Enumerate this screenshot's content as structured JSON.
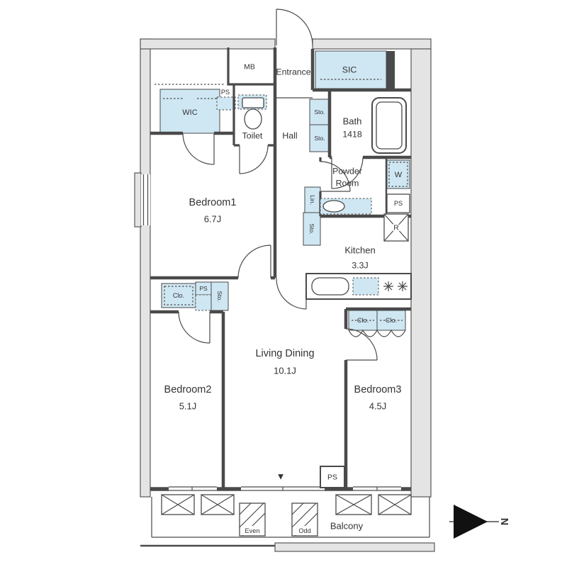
{
  "rooms": {
    "bedroom1": {
      "name": "Bedroom1",
      "area": "6.7J"
    },
    "bedroom2": {
      "name": "Bedroom2",
      "area": "5.1J"
    },
    "bedroom3": {
      "name": "Bedroom3",
      "area": "4.5J"
    },
    "living_dining": {
      "name": "Living Dining",
      "area": "10.1J"
    },
    "kitchen": {
      "name": "Kitchen",
      "area": "3.3J"
    },
    "bath": {
      "name": "Bath",
      "size": "1418"
    },
    "powder_room": {
      "line1": "Powder",
      "line2": "Room"
    },
    "entrance": {
      "name": "Entrance"
    },
    "hall": {
      "name": "Hall"
    },
    "toilet": {
      "name": "Toilet"
    },
    "wic": {
      "name": "WIC"
    },
    "sic": {
      "name": "SIC"
    },
    "balcony": {
      "name": "Balcony"
    }
  },
  "labels": {
    "mb": "MB",
    "ps": "PS",
    "sto": "Sto.",
    "clo": "Clo.",
    "lin": "Lin.",
    "washer": "W",
    "refrigerator": "R",
    "even": "Even",
    "odd": "Odd",
    "north": "N",
    "balcony_access_marker": "▼"
  },
  "colors": {
    "closet_fill": "#cfe7f3",
    "wall": "#4a4a4a",
    "outer_band": "#e4e4e4",
    "text": "#333333"
  }
}
